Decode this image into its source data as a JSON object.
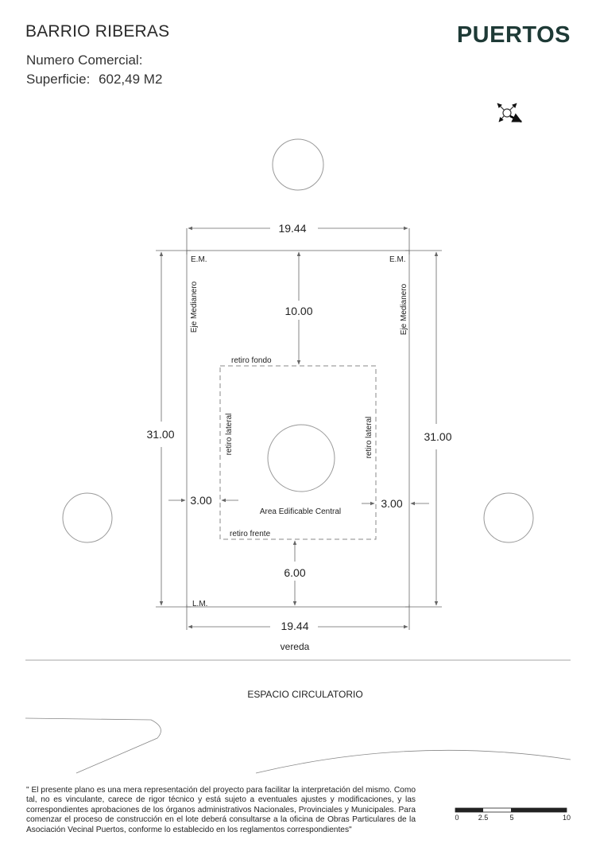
{
  "header": {
    "title": "BARRIO RIBERAS",
    "numero_label": "Numero Comercial:",
    "superficie_label": "Superficie:",
    "superficie_value": "602,49 M2",
    "brand": "PUERTOS"
  },
  "plan": {
    "width_top": "19.44",
    "width_bottom": "19.44",
    "depth_left": "31.00",
    "depth_right": "31.00",
    "setback_back": "10.00",
    "setback_front": "6.00",
    "setback_left": "3.00",
    "setback_right": "3.00",
    "em_left": "E.M.",
    "em_right": "E.M.",
    "lm": "L.M.",
    "eje_left": "Eje Medianero",
    "eje_right": "Eje Medianero",
    "retiro_fondo": "retiro fondo",
    "retiro_frente": "retiro frente",
    "retiro_lateral_left": "retiro lateral",
    "retiro_lateral_right": "retiro lateral",
    "area_label": "Area Edificable Central",
    "vereda": "vereda",
    "espacio": "ESPACIO CIRCULATORIO"
  },
  "scale": {
    "labels": [
      "0",
      "2.5",
      "5",
      "10"
    ]
  },
  "disclaimer": "\" El presente plano es una mera representación del proyecto para facilitar la interpretación del mismo. Como tal, no es vinculante, carece de rigor técnico y está sujeto a eventuales ajustes y modificaciones, y las correspondientes aprobaciones de los órganos administrativos Nacionales, Provinciales y Municipales. Para comenzar el proceso de construcción en el lote deberá consultarse a la oficina de Obras Particulares de la Asociación Vecinal Puertos, conforme lo establecido en los reglamentos correspondientes\"",
  "icons": [
    "compass-icon",
    "tree-icon"
  ],
  "colors": {
    "brand": "#1e3a36",
    "lines": "#888888"
  }
}
